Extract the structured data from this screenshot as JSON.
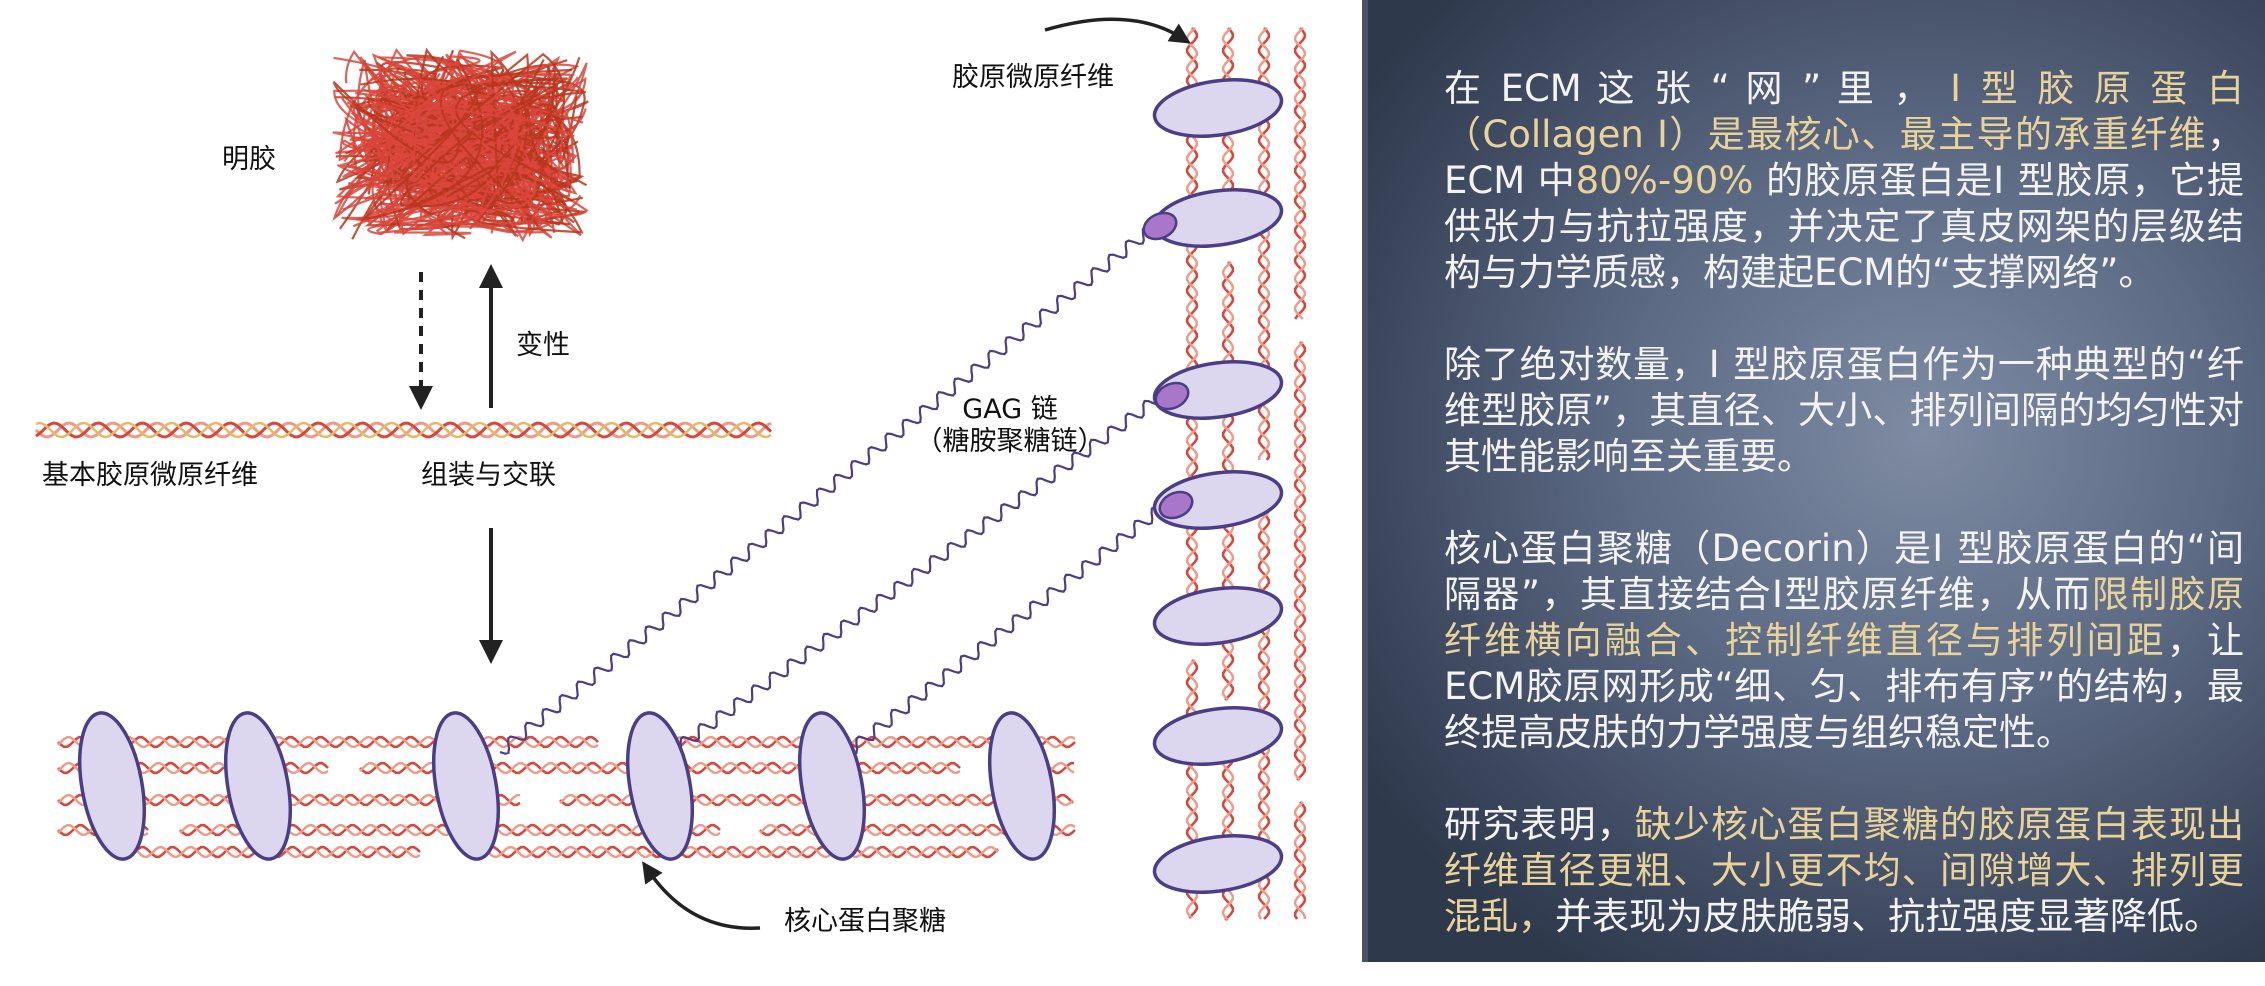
{
  "labels": {
    "gelatin": "明胶",
    "denature": "变性",
    "basic_fibril": "基本胶原微原纤维",
    "assembly": "组装与交联",
    "collagen_fibril": "胶原微原纤维",
    "gag_line1": "GAG 链",
    "gag_line2": "（糖胺聚糖链）",
    "decorin": "核心蛋白聚糖"
  },
  "panel": {
    "p1": [
      {
        "t": "在 ECM 这 张 “ 网 ” 里 ， ",
        "hl": false
      },
      {
        "t": "Ⅰ 型 胶 原 蛋 白 （Collagen Ⅰ）是最核心、最主导的承重纤维",
        "hl": true
      },
      {
        "t": "， ECM 中",
        "hl": false
      },
      {
        "t": "80%-90%",
        "hl": true
      },
      {
        "t": " 的胶原蛋白是Ⅰ 型胶原，它提供张力与抗拉强度，并决定了真皮网架的层级结构与力学质感，构建起ECM的“支撑网络”。",
        "hl": false
      }
    ],
    "p2": [
      {
        "t": "除了绝对数量，Ⅰ 型胶原蛋白作为一种典型的“纤维型胶原”，其直径、大小、排列间隔的均匀性对其性能影响至关重要。",
        "hl": false
      }
    ],
    "p3": [
      {
        "t": "核心蛋白聚糖（Decorin）是Ⅰ 型胶原蛋白的“间隔器”，其直接结合Ⅰ型胶原纤维，从而",
        "hl": false
      },
      {
        "t": "限制胶原纤维横向融合、控制纤维直径与排列间距",
        "hl": true
      },
      {
        "t": "，让ECM胶原网形成“细、匀、排布有序”的结构，最终提高皮肤的力学强度与组织稳定性。",
        "hl": false
      }
    ],
    "p4": [
      {
        "t": "研究表明，",
        "hl": false
      },
      {
        "t": "缺少核心蛋白聚糖的胶原蛋白表现出纤维直径更粗、大小更不均、间隙增大、排列更混乱，",
        "hl": true
      },
      {
        "t": "并表现为皮肤脆弱、抗拉强度显著降低。",
        "hl": false
      }
    ]
  },
  "colors": {
    "fiber_red": "#d9473c",
    "fiber_pink": "#ef9a86",
    "decorin_fill": "#dcd6ee",
    "decorin_stroke": "#4c3e86",
    "gag_line": "#4e3d86",
    "bead_fill": "#a877c9",
    "highlight": "#e8d39b"
  }
}
